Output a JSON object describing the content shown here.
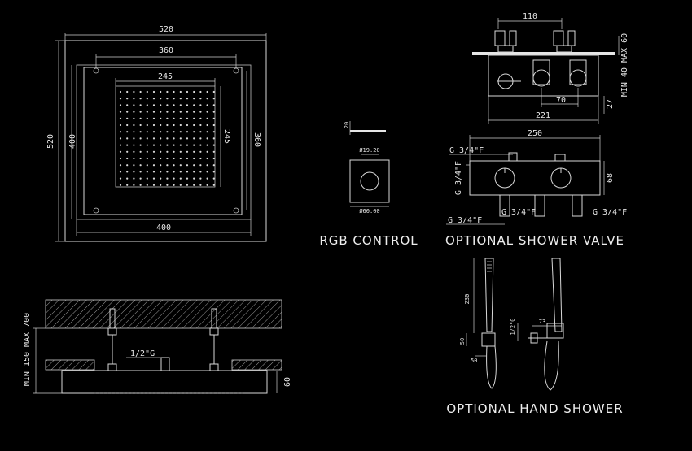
{
  "shower_head": {
    "outer_width": "520",
    "outer_height": "520",
    "mid_width": "360",
    "mid_height": "360",
    "inner_width": "245",
    "inner_height": "245",
    "frame_width": "400",
    "frame_height": "400"
  },
  "side_view": {
    "height_range": "MIN 150 MAX 700",
    "inlet": "1/2\"G",
    "thickness": "60"
  },
  "rgb_control": {
    "caption": "RGB CONTROL",
    "depth": "20",
    "knob_diameter": "Ø19.20",
    "plate_diameter": "Ø60.00"
  },
  "shower_valve": {
    "caption": "OPTIONAL SHOWER VALVE",
    "handle_spacing": "110",
    "wall_depth": "MIN 40 MAX 60",
    "body_length": "221",
    "outlet_spacing": "70",
    "body_offset": "27",
    "front_width": "250",
    "front_height": "68",
    "inlet_top": "G 3/4\"F",
    "inlet_left": "G 3/4\"F",
    "inlet_bottom": "G 3/4\"F",
    "outlet_mid": "G 3/4\"F",
    "outlet_right": "G 3/4\"F"
  },
  "hand_shower": {
    "caption": "OPTIONAL HAND SHOWER",
    "length": "230",
    "bracket": "50",
    "base": "50",
    "connection": "1/2\"G",
    "elbow": "73"
  }
}
